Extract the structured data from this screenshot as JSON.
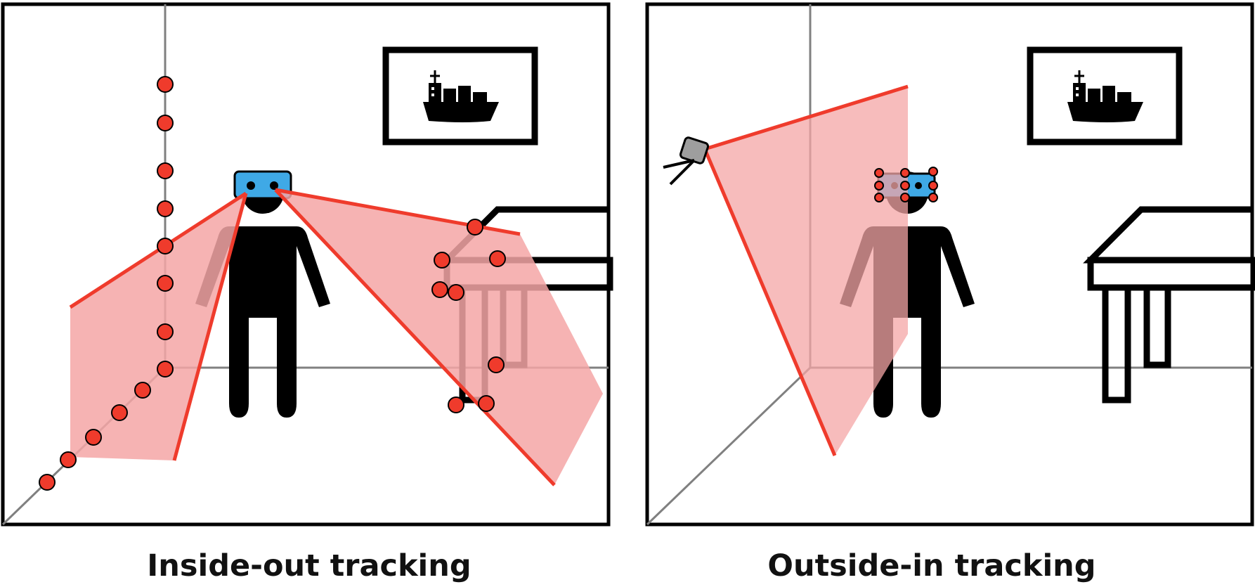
{
  "panels": [
    {
      "id": "inside-out",
      "caption": "Inside-out tracking",
      "tracked_by": "headset-cameras",
      "icons": [
        "ship-picture-icon",
        "table-icon",
        "person-icon",
        "headset-icon"
      ]
    },
    {
      "id": "outside-in",
      "caption": "Outside-in tracking",
      "tracked_by": "external-camera",
      "icons": [
        "ship-picture-icon",
        "table-icon",
        "person-icon",
        "headset-icon",
        "camera-icon"
      ]
    }
  ],
  "colors": {
    "frame": "#000000",
    "room_lines": "#808080",
    "view_frustum_fill": "#f4a6a6",
    "view_frustum_edge": "#ef3b2c",
    "marker_fill": "#ef3b2c",
    "headset_fill": "#3fa9e6",
    "person": "#000000",
    "camera_body": "#9e9e9e"
  }
}
